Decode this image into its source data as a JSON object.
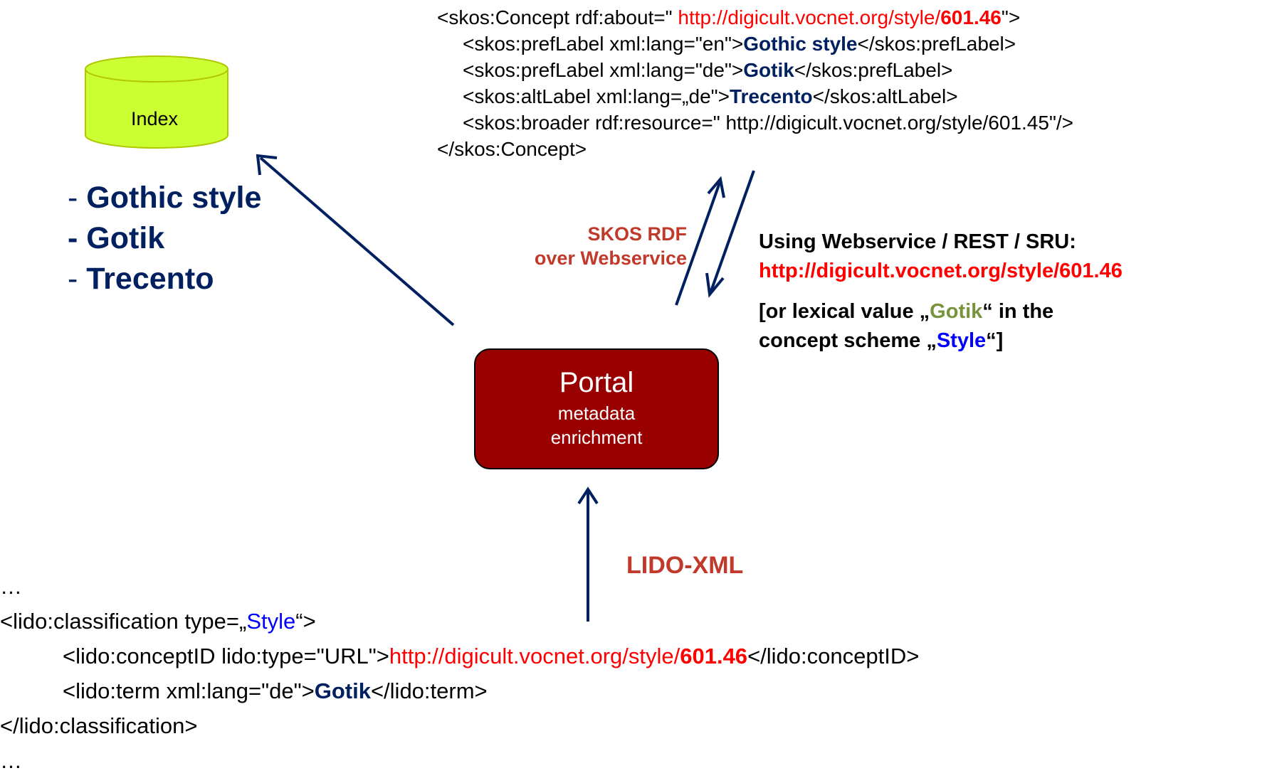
{
  "colors": {
    "navy": "#002060",
    "red": "#ff0000",
    "orange": "#c0392b",
    "blue": "#0000ff",
    "green": "#77933c",
    "index_fill": "#ccff33",
    "portal_fill": "#990000"
  },
  "index": {
    "label": "Index"
  },
  "terms": [
    {
      "dash": "-",
      "text": "Gothic style"
    },
    {
      "dash": "-",
      "text": "Gotik"
    },
    {
      "dash": "-",
      "text": "Trecento"
    }
  ],
  "skos": {
    "line1": {
      "a": "<skos:Concept rdf:about=\" ",
      "url": "http://digicult.vocnet.org/style/",
      "id": "601.46",
      "b": "\">"
    },
    "line2": {
      "a": "<skos:prefLabel xml:lang=\"en\">",
      "v": "Gothic style",
      "b": "</skos:prefLabel>"
    },
    "line3": {
      "a": "<skos:prefLabel xml:lang=\"de\">",
      "v": "Gotik",
      "b": "</skos:prefLabel>"
    },
    "line4": {
      "a": "<skos:altLabel xml:lang=„de\">",
      "v": "Trecento",
      "b": "</skos:altLabel>"
    },
    "line5": {
      "a": "<skos:broader rdf:resource=\" http://digicult.vocnet.org/style/601.45\"/>"
    },
    "line6": {
      "a": "</skos:Concept>"
    }
  },
  "skos_label": {
    "line1": "SKOS RDF",
    "line2": "over Webservice"
  },
  "webservice": {
    "line1": "Using Webservice / REST / SRU:",
    "url": "http://digicult.vocnet.org/style/601.46",
    "lex_a": "[or lexical value „",
    "lex_v": "Gotik",
    "lex_b": "“ in the",
    "scheme_a": "concept scheme „",
    "scheme_v": "Style",
    "scheme_b": "“]"
  },
  "portal": {
    "title": "Portal",
    "line1": "metadata",
    "line2": "enrichment"
  },
  "lido_label": "LIDO-XML",
  "lido": {
    "ellipsis_top": "…",
    "line1_a": "<lido:classification type=„",
    "line1_v": "Style",
    "line1_b": "“>",
    "line2_a": "<lido:conceptID lido:type=\"URL\">",
    "line2_url": "http://digicult.vocnet.org/style/",
    "line2_id": "601.46",
    "line2_b": "</lido:conceptID>",
    "line3_a": "<lido:term xml:lang=\"de\">",
    "line3_v": "Gotik",
    "line3_b": "</lido:term>",
    "line4": "</lido:classification>",
    "ellipsis_bottom": "…"
  }
}
